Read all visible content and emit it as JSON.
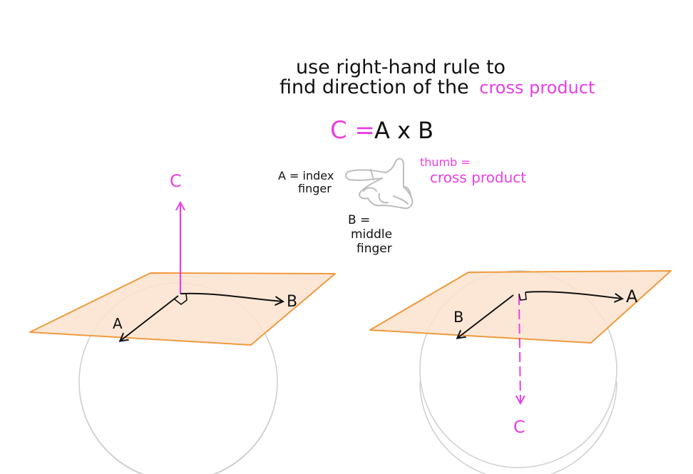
{
  "title": {
    "line1": "use right-hand rule to",
    "line2_prefix": "find direction of the",
    "line2_highlight": "cross product"
  },
  "equation": {
    "lhs": "C =",
    "rhs": "A x B"
  },
  "hand_legend": {
    "index_label_1": "A = index",
    "index_label_2": "finger",
    "middle_label_1": "B =",
    "middle_label_2": "middle",
    "middle_label_3": "finger",
    "thumb_label_1": "thumb =",
    "thumb_label_2": "cross product"
  },
  "left_diagram": {
    "vector_up": "C",
    "vector_a": "A",
    "vector_b": "B"
  },
  "right_diagram": {
    "vector_down": "C",
    "vector_a": "A",
    "vector_b": "B"
  },
  "colors": {
    "pink": "#e83fe3",
    "plane_fill": "#fbe3cf",
    "plane_edge": "#ef9a3e",
    "ink": "#111111",
    "circle": "#cfcfcf",
    "hand_sketch": "#bdbdbd"
  }
}
